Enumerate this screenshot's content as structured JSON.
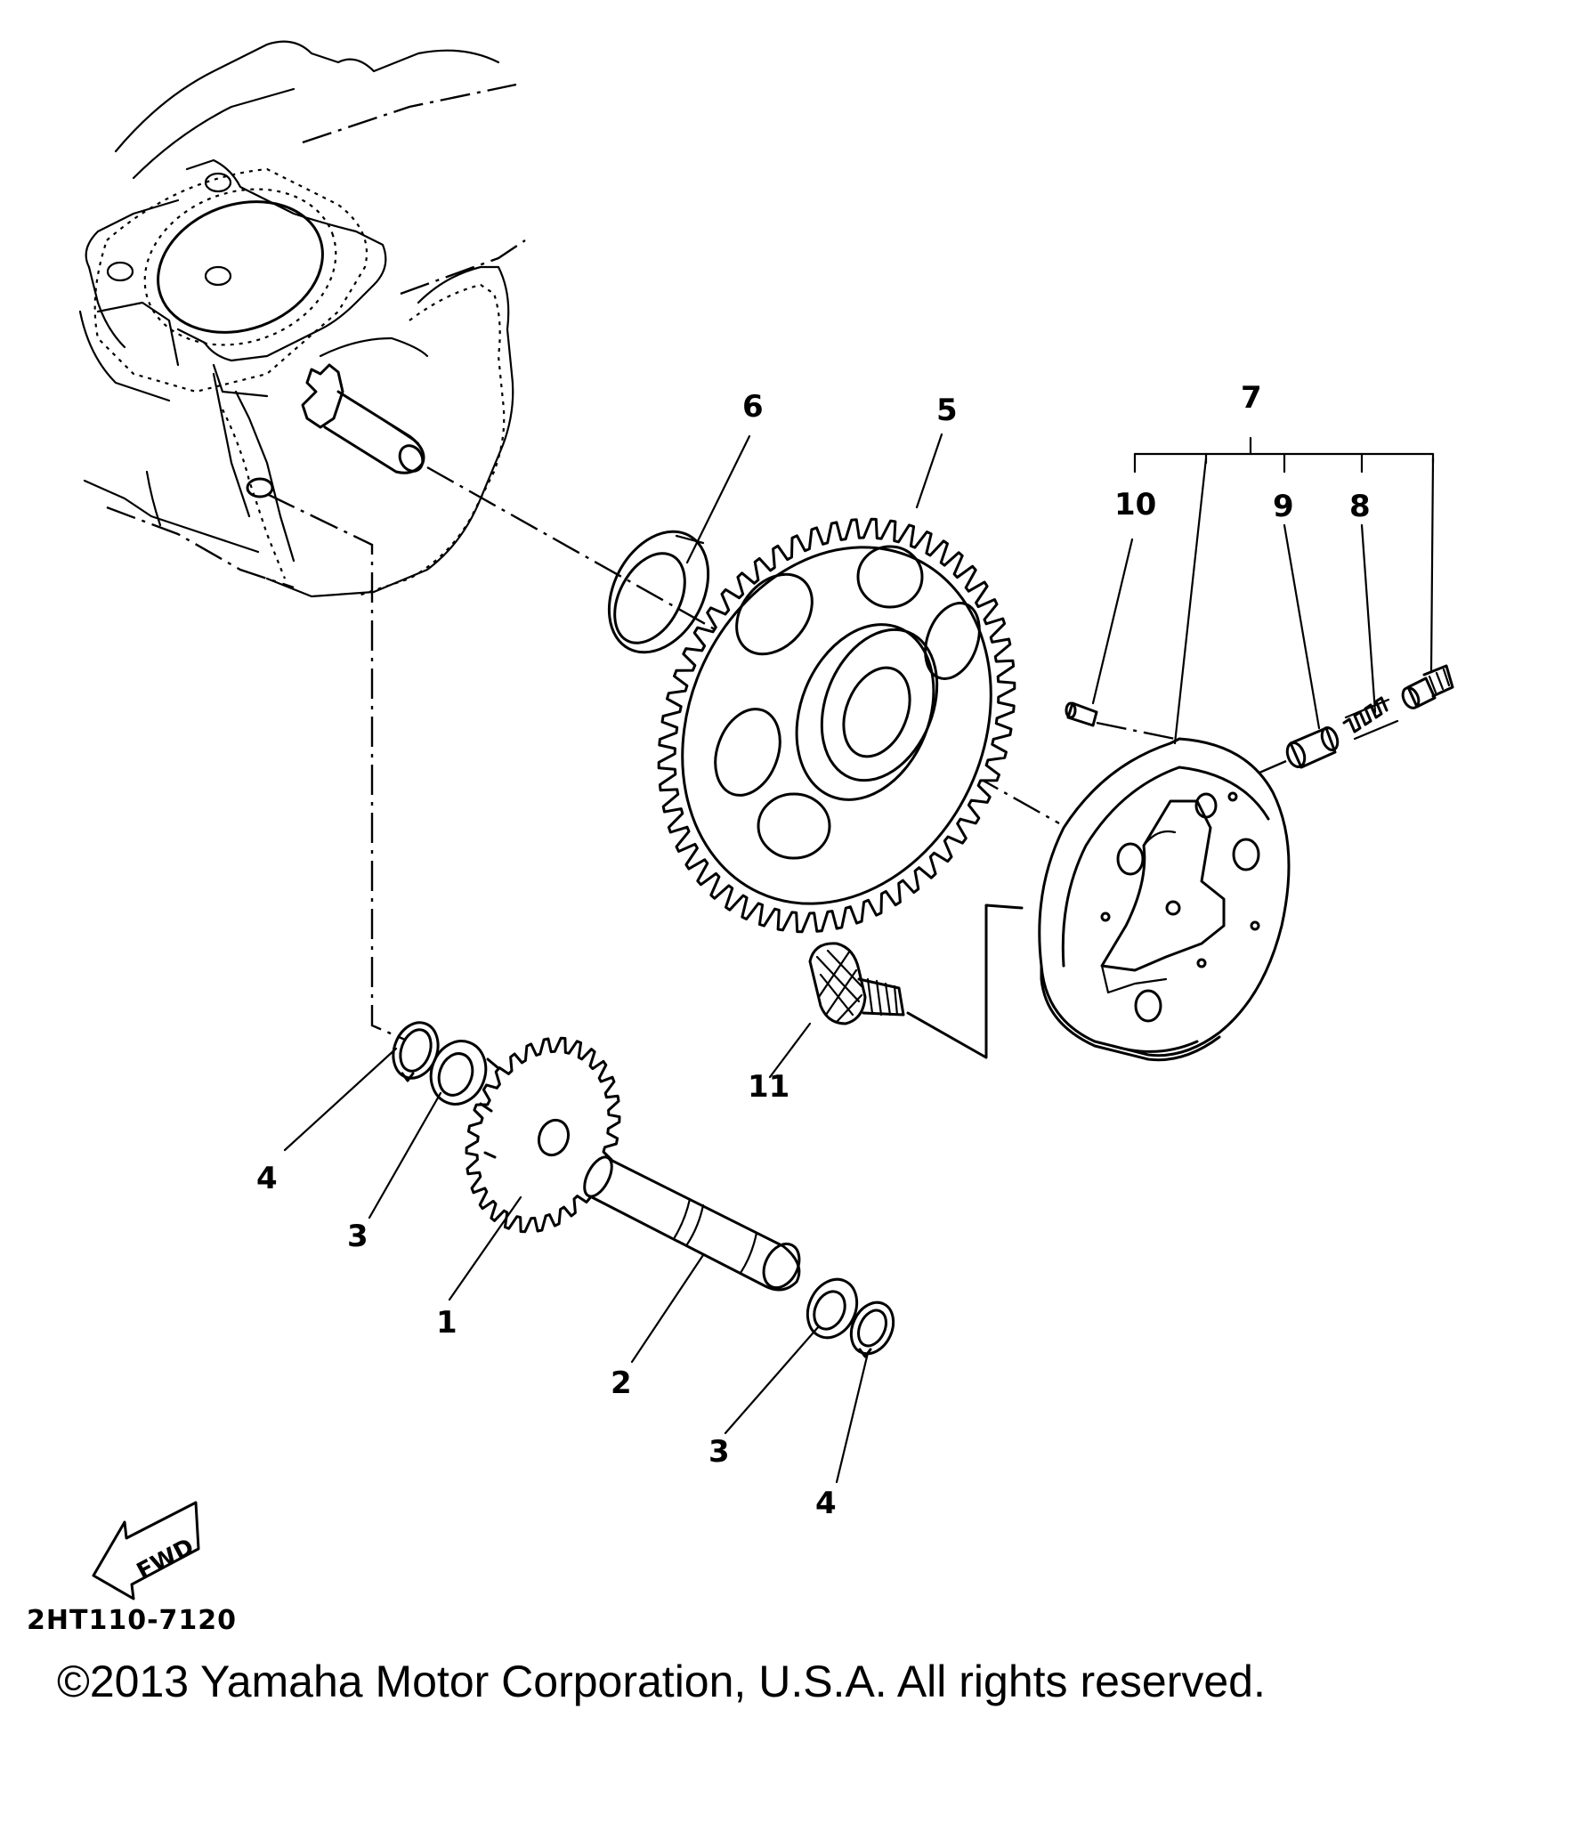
{
  "callouts": {
    "c1": "1",
    "c2": "2",
    "c3a": "3",
    "c3b": "3",
    "c4a": "4",
    "c4b": "4",
    "c5": "5",
    "c6": "6",
    "c7": "7",
    "c8": "8",
    "c9": "9",
    "c10": "10",
    "c11": "11"
  },
  "fwd_label": "FWD",
  "reference_code": "2HT110-7120",
  "copyright": "©2013 Yamaha Motor Corporation, U.S.A. All rights reserved."
}
